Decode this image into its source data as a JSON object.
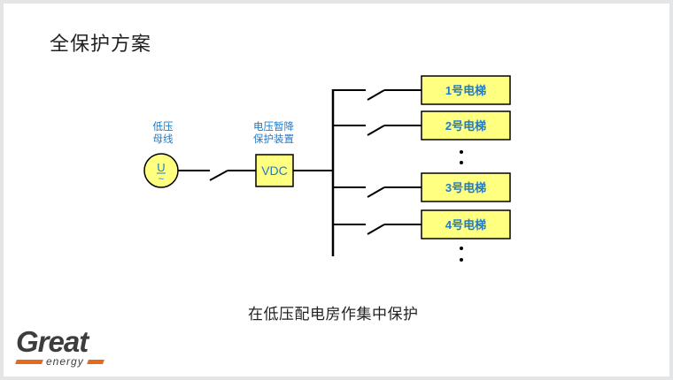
{
  "slide": {
    "title": "全保护方案",
    "caption": "在低压配电房作集中保护"
  },
  "diagram": {
    "source": {
      "label_line1": "低压",
      "label_line2": "母线",
      "symbol": "U",
      "symbol_sub": "~"
    },
    "device": {
      "label_line1": "电压暂降",
      "label_line2": "保护装置",
      "box_label": "VDC"
    },
    "loads": [
      {
        "label": "1号电梯"
      },
      {
        "label": "2号电梯"
      },
      {
        "label": "3号电梯"
      },
      {
        "label": "4号电梯"
      }
    ],
    "ellipsis_marks": 2,
    "colors": {
      "box_fill": "#ffff80",
      "label_blue": "#1f7ac8",
      "line": "#000000"
    }
  },
  "logo": {
    "word": "Great",
    "sub": "energy",
    "accent": "#e36b1c"
  }
}
